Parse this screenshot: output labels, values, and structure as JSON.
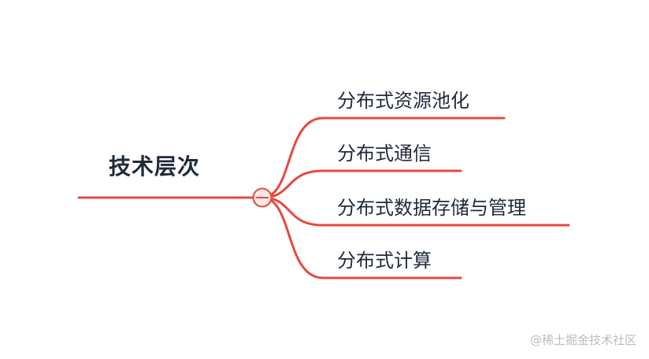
{
  "root": {
    "label": "技术层次"
  },
  "branches": [
    {
      "label": "分布式资源池化"
    },
    {
      "label": "分布式通信"
    },
    {
      "label": "分布式数据存储与管理"
    },
    {
      "label": "分布式计算"
    }
  ],
  "collapse_toggle": {
    "symbol": "−"
  },
  "watermark": "@稀土掘金技术社区",
  "colors": {
    "line": "#e64a3d",
    "text": "#1f2a3c",
    "watermark": "#b8bcc2",
    "toggle_fill": "#fde8e6"
  }
}
